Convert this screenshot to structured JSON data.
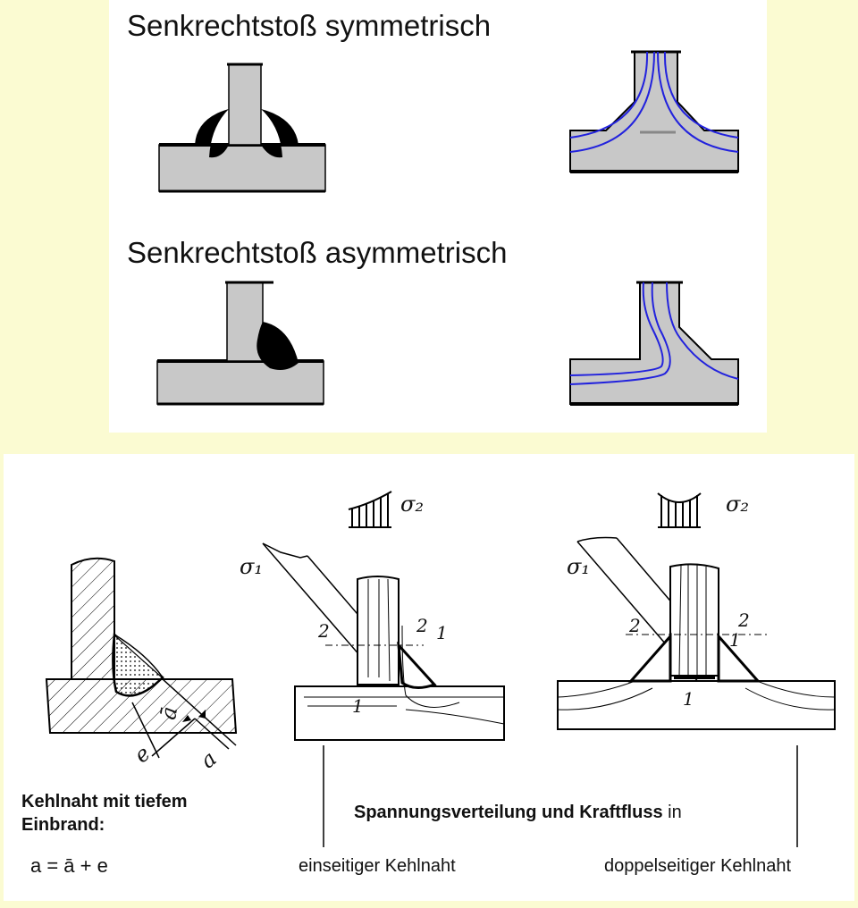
{
  "top": {
    "heading_symmetric": "Senkrechtstoß symmetrisch",
    "heading_asymmetric": "Senkrechtstoß asymmetrisch"
  },
  "bottom": {
    "sigma1_a": "σ₁",
    "sigma2_a": "σ₂",
    "sigma1_b": "σ₁",
    "sigma2_b": "σ₂",
    "mark_2": "2",
    "mark_1": "1",
    "dim_e": "e",
    "dim_abar": "ā",
    "dim_a": "a",
    "kehlnaht_title": "Kehlnaht mit tiefem Einbrand:",
    "formula": "a = ā + e",
    "spannung_bold": "Spannungsverteilung und Kraftfluss",
    "spannung_in": " in",
    "caption_left": "einseitiger Kehlnaht",
    "caption_right": "doppelseitiger Kehlnaht"
  },
  "colors": {
    "background": "#fbfbd2",
    "plate_gray": "#c8c8c8",
    "flow_line_blue": "#2222dd",
    "weld_black": "#000000"
  }
}
